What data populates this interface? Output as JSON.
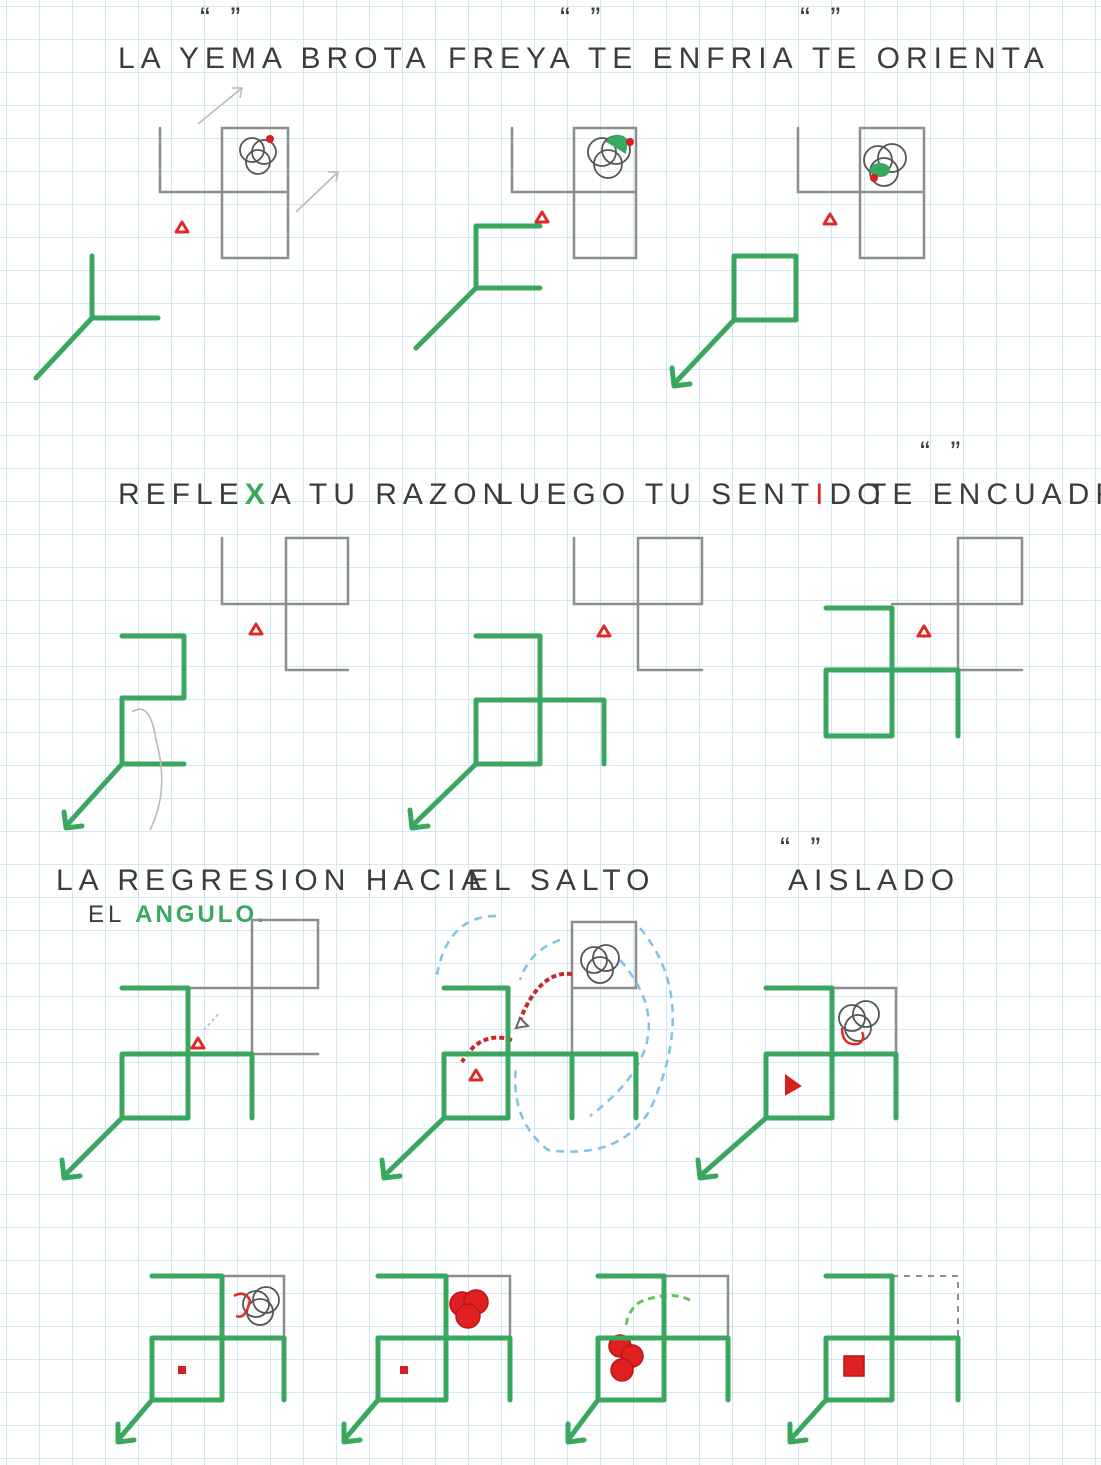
{
  "panels": [
    {
      "id": "p1",
      "caption": "LA YEMA BROTA",
      "quotes": "“ ”"
    },
    {
      "id": "p2",
      "caption": "FREYA TE ENFRIA",
      "quotes": "“ ”"
    },
    {
      "id": "p3",
      "caption": "TE ORIENTA",
      "quotes": "“ ”"
    },
    {
      "id": "p4",
      "caption_pre": "REFLE",
      "caption_mark": "X",
      "caption_post": "A TU RAZON"
    },
    {
      "id": "p5",
      "caption_pre": "LUEGO TU SENT",
      "caption_mark": "I",
      "caption_post": "DO"
    },
    {
      "id": "p6",
      "caption": "TE ENCUADRA",
      "quotes": "“ ”"
    },
    {
      "id": "p7",
      "caption": "LA REGRESION HACIA",
      "caption_line2_pre": "EL ",
      "caption_line2_green": "ANGULO."
    },
    {
      "id": "p8",
      "caption": "EL SALTO"
    },
    {
      "id": "p9",
      "caption": "AISLADO",
      "quotes": "“ ”"
    },
    {
      "id": "p10",
      "caption": ""
    },
    {
      "id": "p11",
      "caption": ""
    },
    {
      "id": "p12",
      "caption": ""
    },
    {
      "id": "p13",
      "caption": ""
    }
  ],
  "colors": {
    "grid": "#b8dcef",
    "green": "#39a85e",
    "red": "#e02a2a",
    "pencil": "#8d8d8d",
    "blue": "#7ec3e6"
  }
}
